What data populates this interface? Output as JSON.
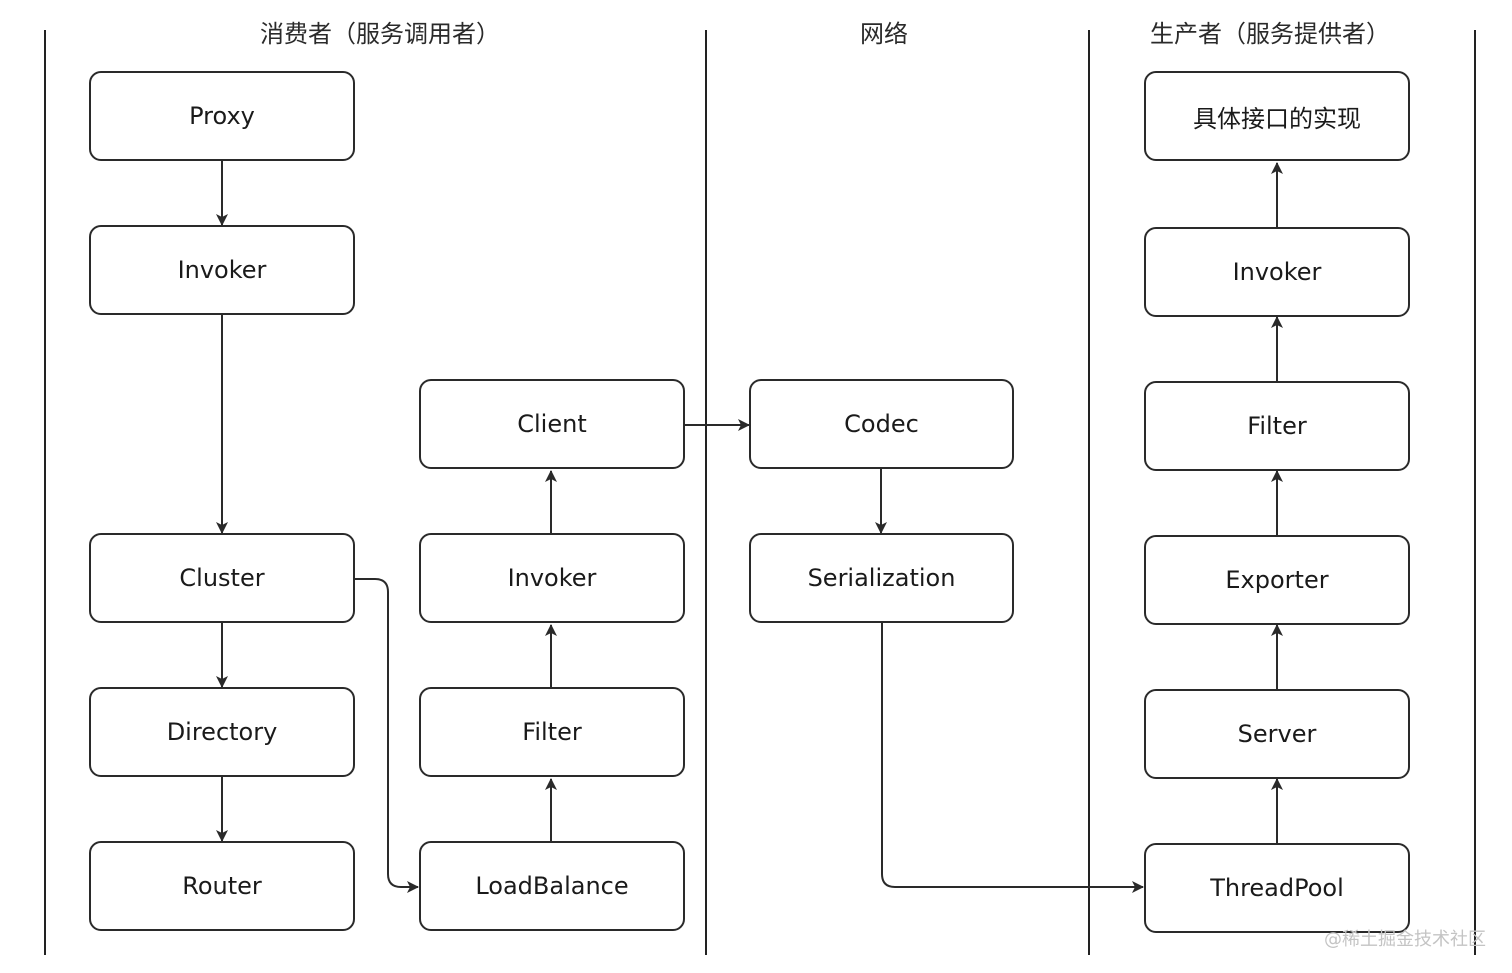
{
  "columns": {
    "consumer_title": "消费者（服务调用者）",
    "network_title": "网络",
    "provider_title": "生产者（服务提供者）"
  },
  "consumer": {
    "proxy": "Proxy",
    "invoker": "Invoker",
    "cluster": "Cluster",
    "directory": "Directory",
    "router": "Router",
    "client": "Client",
    "invoker2": "Invoker",
    "filter": "Filter",
    "loadbalance": "LoadBalance"
  },
  "network": {
    "codec": "Codec",
    "serialization": "Serialization"
  },
  "provider": {
    "impl": "具体接口的实现",
    "invoker": "Invoker",
    "filter": "Filter",
    "exporter": "Exporter",
    "server": "Server",
    "threadpool": "ThreadPool"
  },
  "watermark": "@稀土掘金技术社区",
  "colors": {
    "line": "#2a2a2a",
    "background": "#ffffff"
  }
}
